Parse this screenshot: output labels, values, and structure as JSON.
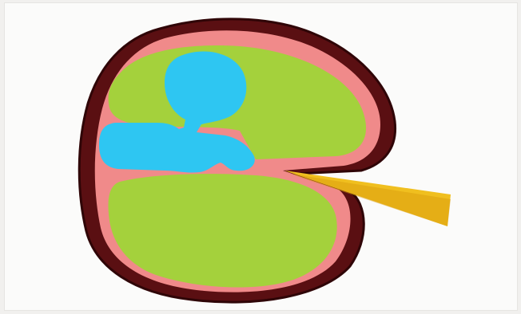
{
  "diagram": {
    "colors": {
      "background": "#fbfbfa",
      "outer_shell": "#5a0f12",
      "shell_shadow": "#2f0507",
      "inner_lining": "#f08a8a",
      "chambers": "#a4d13c",
      "cavity": "#2ec6f2",
      "tube": "#f0bf1f",
      "tube_dark": "#d89a0a"
    },
    "parts": [
      {
        "id": "outer-shell",
        "icon": "shell-shape"
      },
      {
        "id": "inner-lining",
        "icon": "lining-shape"
      },
      {
        "id": "upper-chamber",
        "icon": "chamber-shape"
      },
      {
        "id": "lower-chamber",
        "icon": "chamber-shape"
      },
      {
        "id": "cavity",
        "icon": "cavity-shape"
      },
      {
        "id": "pointer-tube",
        "icon": "tube-shape"
      }
    ]
  }
}
